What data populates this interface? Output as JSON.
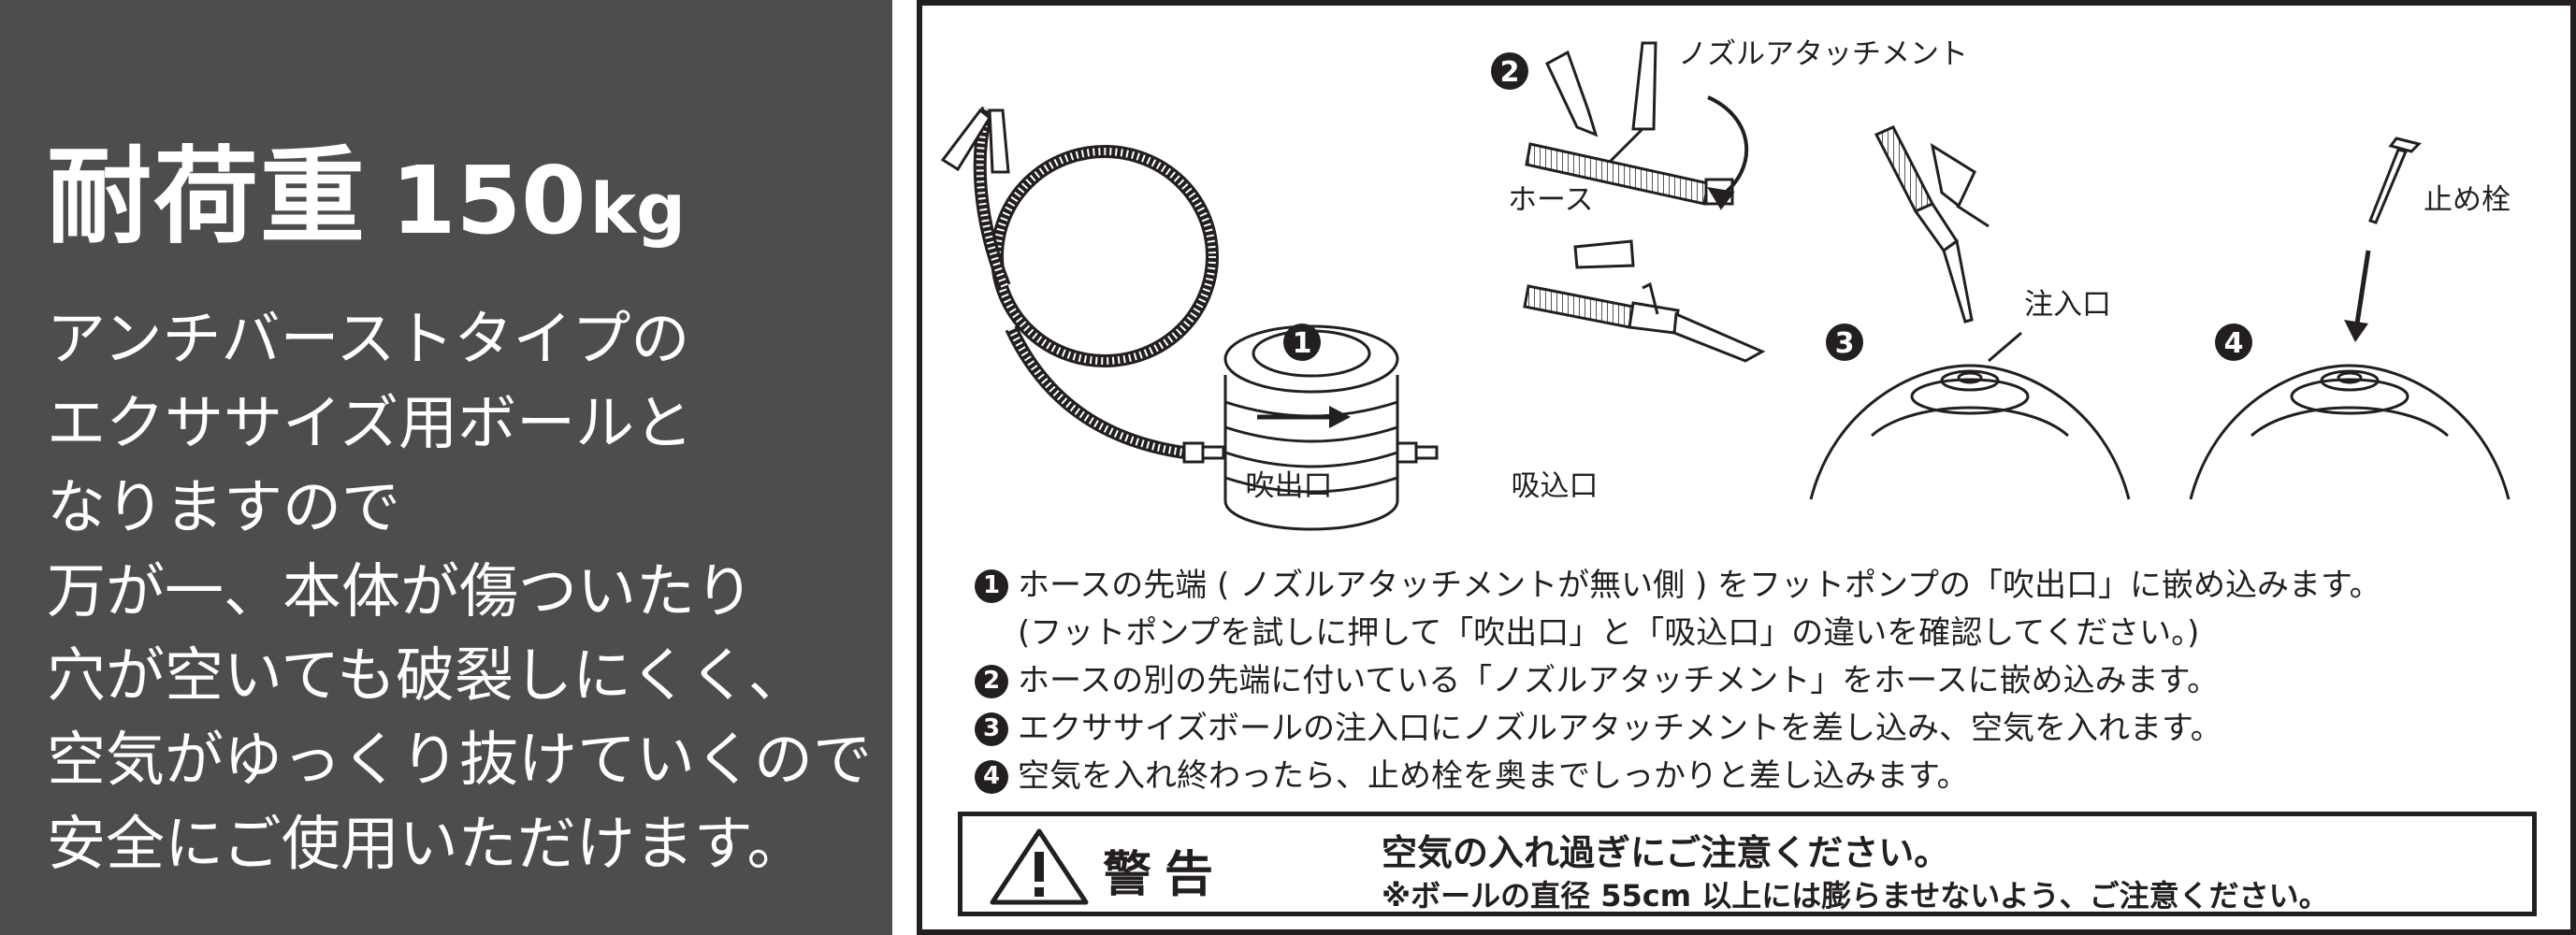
{
  "left_panel": {
    "title_kanji": "耐荷重",
    "title_number": "150",
    "title_unit": "kg",
    "body_lines": [
      "アンチバーストタイプの",
      "エクササイズ用ボールと",
      "なりますので",
      "万が一、本体が傷ついたり",
      "穴が空いても破裂しにくく、",
      "空気がゆっくり抜けていくので",
      "安全にご使用いただけます。"
    ],
    "background_color": "#4d4d4d",
    "text_color": "#ffffff"
  },
  "diagram": {
    "badges": [
      "1",
      "2",
      "3",
      "4"
    ],
    "labels": {
      "outlet": "吹出口",
      "inlet": "吸込口",
      "hose": "ホース",
      "nozzle_attachment": "ノズルアタッチメント",
      "injection_port": "注入口",
      "stopper": "止め栓"
    }
  },
  "instructions": {
    "steps": [
      {
        "badge": "1",
        "lines": [
          "ホースの先端 ( ノズルアタッチメントが無い側 ) をフットポンプの「吹出口」に嵌め込みます。",
          "(フットポンプを試しに押して「吹出口」と「吸込口」の違いを確認してください。)"
        ]
      },
      {
        "badge": "2",
        "lines": [
          "ホースの別の先端に付いている「ノズルアタッチメント」をホースに嵌め込みます。"
        ]
      },
      {
        "badge": "3",
        "lines": [
          "エクササイズボールの注入口にノズルアタッチメントを差し込み、空気を入れます。"
        ]
      },
      {
        "badge": "4",
        "lines": [
          "空気を入れ終わったら、止め栓を奥までしっかりと差し込みます。"
        ]
      }
    ]
  },
  "warning": {
    "label": "警告",
    "icon": "warning-triangle-icon",
    "main_text": "空気の入れ過ぎにご注意ください。",
    "note_text": "※ボールの直径 55cm 以上には膨らませないよう、ご注意ください。"
  },
  "colors": {
    "ink": "#231f20",
    "panel_dark": "#4d4d4d"
  }
}
